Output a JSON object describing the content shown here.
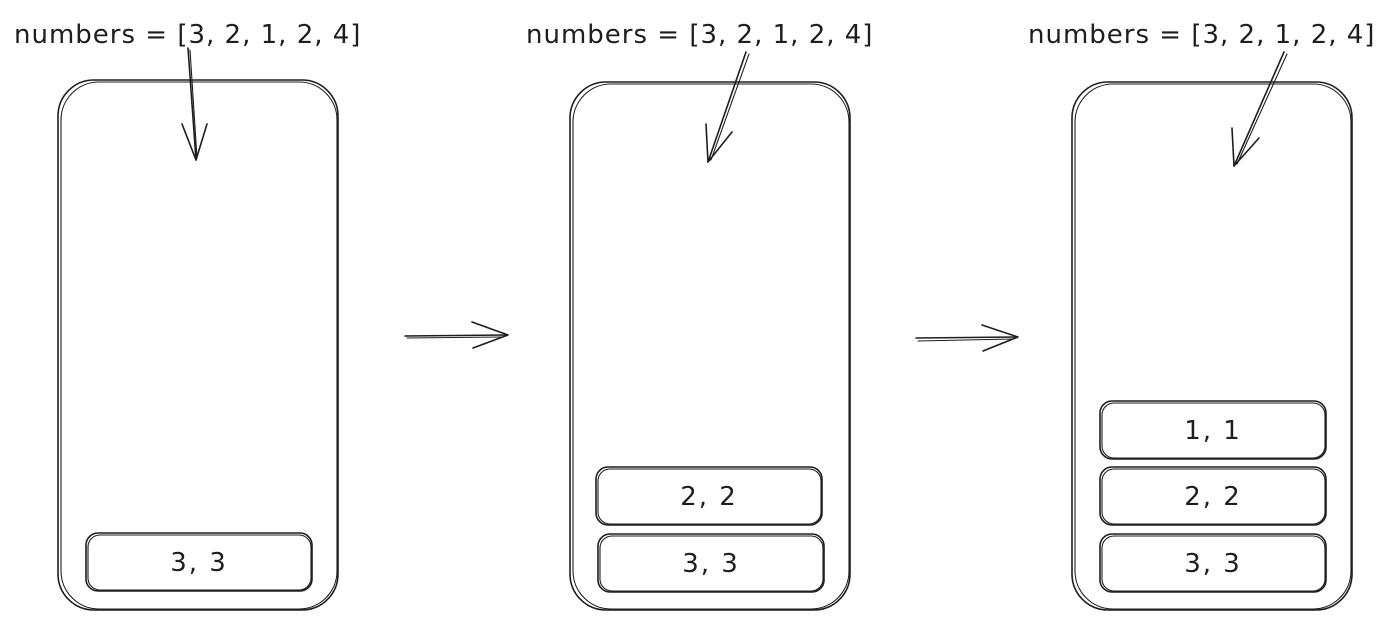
{
  "panels": [
    {
      "label": "numbers = [3, 2, 1, 2, 4]",
      "stack": [
        "3, 3"
      ]
    },
    {
      "label": "numbers = [3, 2, 1, 2, 4]",
      "stack": [
        "2, 2",
        "3, 3"
      ]
    },
    {
      "label": "numbers = [3, 2, 1, 2, 4]",
      "stack": [
        "1, 1",
        "2, 2",
        "3, 3"
      ]
    }
  ],
  "colors": {
    "ink": "#1e1e1e",
    "background": "#ffffff"
  },
  "icons": {
    "transition": "arrow-right-icon",
    "pointer": "arrow-down-icon"
  }
}
